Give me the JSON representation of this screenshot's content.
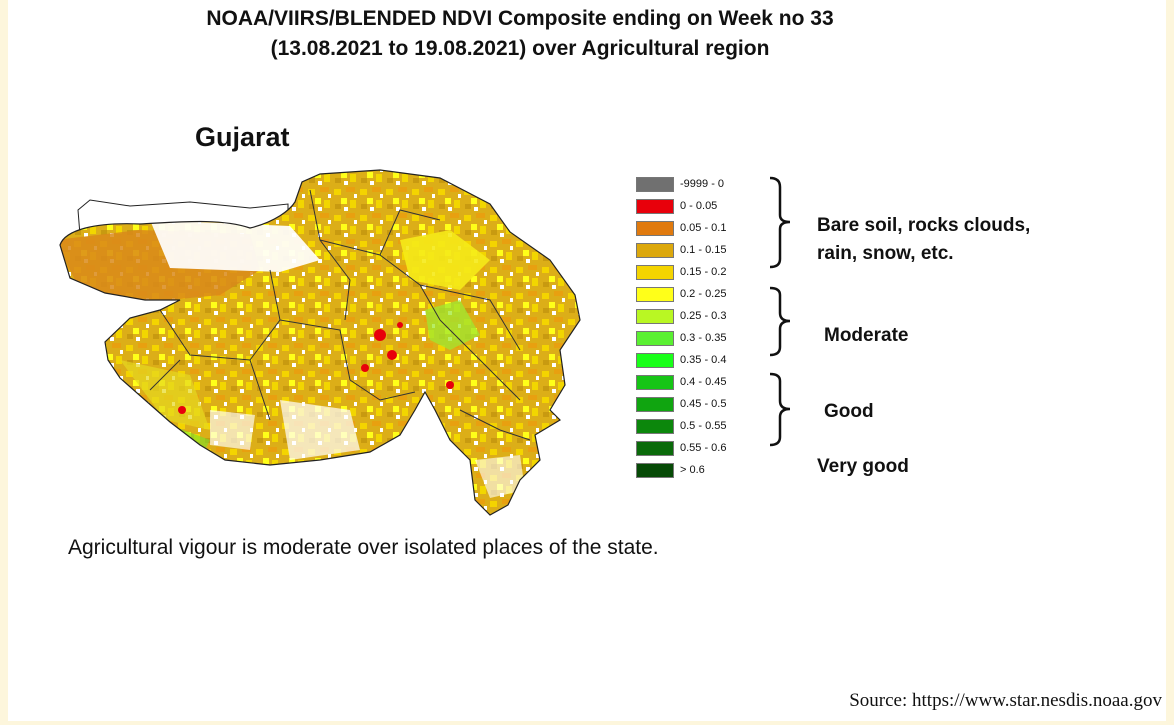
{
  "title_line1": "NOAA/VIIRS/BLENDED NDVI Composite ending on Week no 33",
  "title_line2": "(13.08.2021 to 19.08.2021) over Agricultural region",
  "state_name": "Gujarat",
  "legend": [
    {
      "label": "-9999 - 0",
      "color": "#707070"
    },
    {
      "label": "0 - 0.05",
      "color": "#e8000b"
    },
    {
      "label": "0.05 - 0.1",
      "color": "#e07a0e"
    },
    {
      "label": "0.1 - 0.15",
      "color": "#dca80c"
    },
    {
      "label": "0.15 - 0.2",
      "color": "#f4d400"
    },
    {
      "label": "0.2 - 0.25",
      "color": "#ffff19"
    },
    {
      "label": "0.25 - 0.3",
      "color": "#b9f723"
    },
    {
      "label": "0.3 - 0.35",
      "color": "#5af032"
    },
    {
      "label": "0.35 - 0.4",
      "color": "#19ff19"
    },
    {
      "label": "0.4 - 0.45",
      "color": "#16c516"
    },
    {
      "label": "0.45 - 0.5",
      "color": "#10a510"
    },
    {
      "label": "0.5 - 0.55",
      "color": "#0c870c"
    },
    {
      "label": "0.55 - 0.6",
      "color": "#0a6a0a"
    },
    {
      "label": "> 0.6",
      "color": "#064a06"
    }
  ],
  "classes": {
    "bare_line1": "Bare soil, rocks clouds,",
    "bare_line2": "rain, snow, etc.",
    "moderate": "Moderate",
    "good": "Good",
    "very_good": "Very good"
  },
  "note": "Agricultural vigour is moderate over isolated places of the state.",
  "source": "Source: https://www.star.nesdis.noaa.gov"
}
